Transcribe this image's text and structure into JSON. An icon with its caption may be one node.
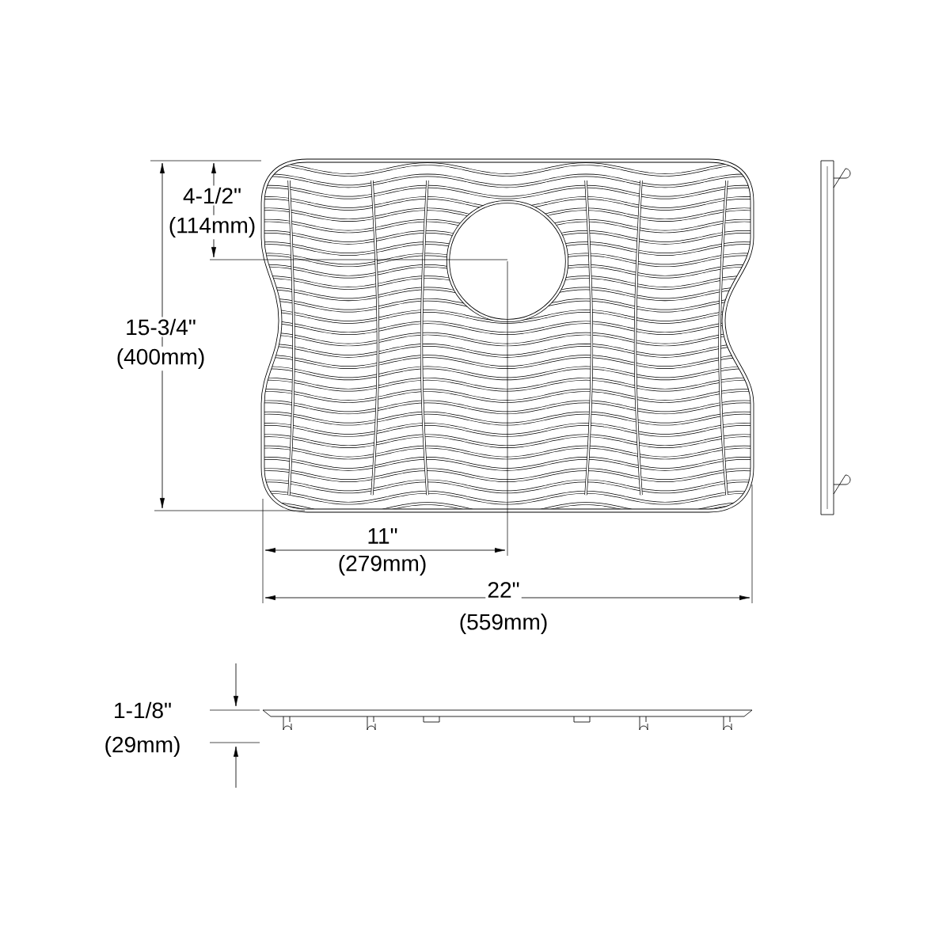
{
  "diagram": {
    "labels": [
      "4-1/2\"",
      "(114mm)",
      "15-3/4\"",
      "(400mm)",
      "11\"",
      "(279mm)",
      "22\"",
      "(559mm)",
      "1-1/8\"",
      "(29mm)"
    ]
  }
}
